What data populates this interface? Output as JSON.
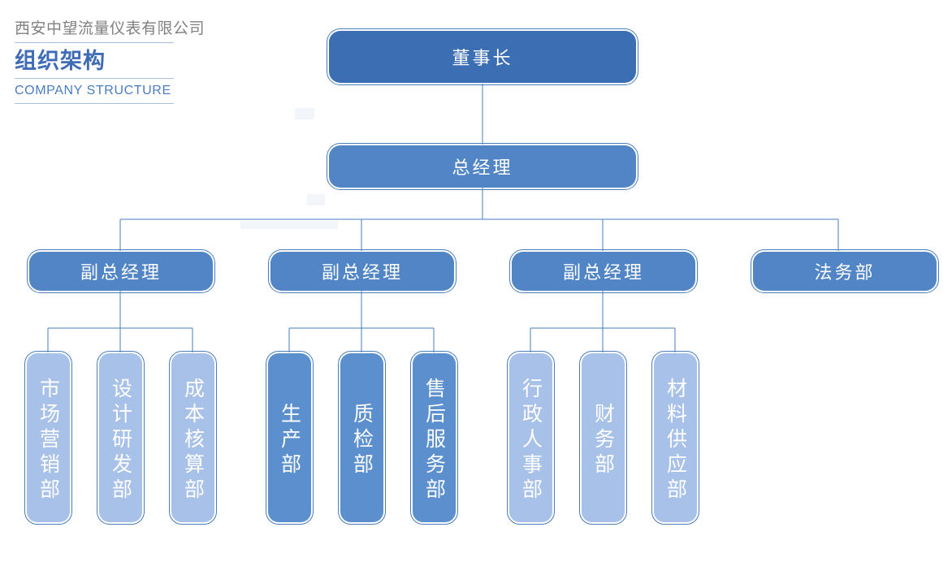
{
  "header": {
    "company_name": "西安中望流量仪表有限公司",
    "title_cn": "组织架构",
    "title_en": "COMPANY STRUCTURE"
  },
  "colors": {
    "chairman_box": "#3c6eb4",
    "gm_box": "#5185c5",
    "vgm_box": "#5185c5",
    "dept_mid_box": "#5b8fce",
    "dept_light_box": "#a8c1e8",
    "connector_line": "#4a7ebb",
    "title_cn": "#3f6cb5",
    "title_en": "#4b7bc0",
    "company_name": "#808080",
    "rule": "#a9bfdd",
    "background": "#ffffff"
  },
  "chart": {
    "type": "org-chart",
    "levels": [
      {
        "level": 1,
        "nodes": [
          {
            "id": "chairman",
            "label": "董事长"
          }
        ]
      },
      {
        "level": 2,
        "nodes": [
          {
            "id": "gm",
            "label": "总经理"
          }
        ]
      },
      {
        "level": 3,
        "nodes": [
          {
            "id": "vgm1",
            "label": "副总经理"
          },
          {
            "id": "vgm2",
            "label": "副总经理"
          },
          {
            "id": "vgm3",
            "label": "副总经理"
          },
          {
            "id": "legal",
            "label": "法务部"
          }
        ]
      },
      {
        "level": 4,
        "nodes": [
          {
            "id": "dept1",
            "label": "市场营销部",
            "parent": "vgm1"
          },
          {
            "id": "dept2",
            "label": "设计研发部",
            "parent": "vgm1"
          },
          {
            "id": "dept3",
            "label": "成本核算部",
            "parent": "vgm1"
          },
          {
            "id": "dept4",
            "label": "生产部",
            "parent": "vgm2"
          },
          {
            "id": "dept5",
            "label": "质检部",
            "parent": "vgm2"
          },
          {
            "id": "dept6",
            "label": "售后服务部",
            "parent": "vgm2"
          },
          {
            "id": "dept7",
            "label": "行政人事部",
            "parent": "vgm3"
          },
          {
            "id": "dept8",
            "label": "财务部",
            "parent": "vgm3"
          },
          {
            "id": "dept9",
            "label": "材料供应部",
            "parent": "vgm3"
          }
        ]
      }
    ]
  }
}
